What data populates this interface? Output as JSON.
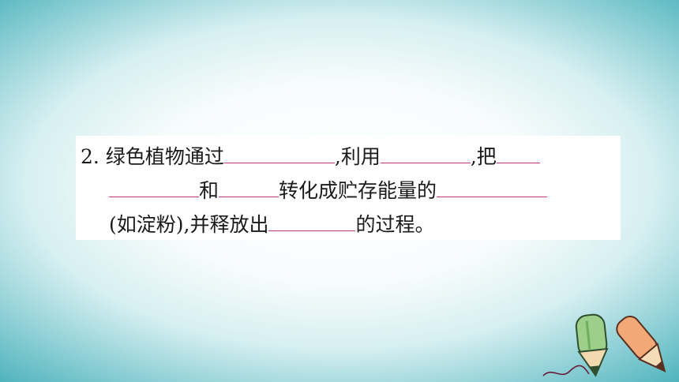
{
  "question": {
    "number": "2.",
    "line1": {
      "t1": "绿色植物通过",
      "t2": ",利用",
      "t3": ",把"
    },
    "line2": {
      "t1": "和",
      "t2": "转化成贮存能量的"
    },
    "line3": {
      "t1": "(如淀粉),并释放出",
      "t2": "的过程。"
    }
  },
  "colors": {
    "blank_underline": "#c0338a",
    "background_edge": "#4fb3bd"
  },
  "decoration": {
    "icon": "pencils-icon"
  }
}
